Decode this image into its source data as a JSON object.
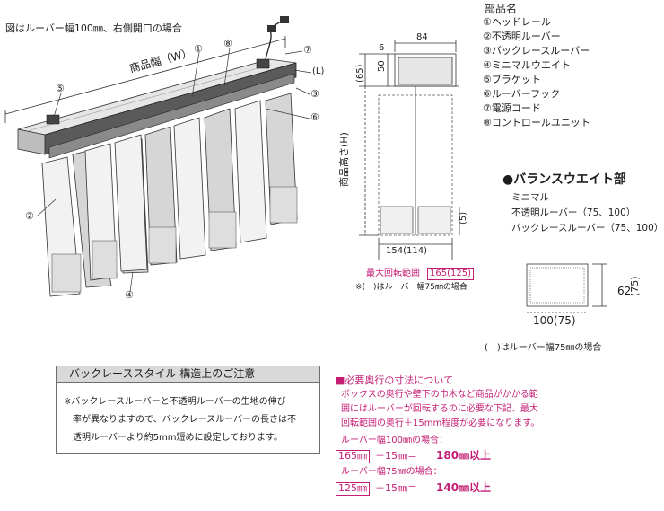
{
  "main_caption": "図はルーバー幅100㎜、右側開口の場合",
  "parts": {
    "title": "部品名",
    "items": [
      "①ヘッドレール",
      "②不透明ルーバー",
      "③バックレースルーバー",
      "④ミニマルウエイト",
      "⑤ブラケット",
      "⑥ルーバーフック",
      "⑦電源コード",
      "⑧コントロールユニット"
    ]
  },
  "callouts": [
    "①",
    "⑧",
    "⑦",
    "(L)",
    "⑤",
    "③",
    "⑥",
    "②",
    "④"
  ],
  "width_label": "商品幅（W）",
  "side_view": {
    "top_width": "84",
    "dim_6": "6",
    "dim_50": "50",
    "dim_65": "(65)",
    "height_label": "商品高さ(H)",
    "dim_5": "(5)",
    "bottom_width": "154(114)",
    "max_rot_label": "最大回転範囲",
    "max_rot_value": "165(125)",
    "footnote": "※(　)はルーバー幅75㎜の場合"
  },
  "balance_weight": {
    "title": "●バランスウエイト部",
    "items": [
      "ミニマル",
      "不透明ルーバー（75、100）",
      "バックレースルーバー（75、100）"
    ],
    "height_dim": "62",
    "height_dim_alt": "(75)",
    "width_dim": "100(75)",
    "note": "(　)はルーバー幅75㎜の場合"
  },
  "caution": {
    "title": "バックレーススタイル 構造上のご注意",
    "lines": [
      "※バックレースルーバーと不透明ルーバーの生地の伸び",
      "率が異なりますので、バックレースルーバーの長さは不",
      "透明ルーバーより約5mm短めに設定しております。"
    ]
  },
  "depth_note": {
    "title": "■必要奥行の寸法について",
    "lines": [
      "ボックスの奥行や壁下の巾木など商品がかかる範",
      "囲にはルーバーが回転するのに必要な下記、最大",
      "回転範囲の奥行＋15mm程度が必要になります。"
    ],
    "case100_label": "ルーバー幅100㎜の場合：",
    "case100_box": "165㎜",
    "case100_plus": "＋15㎜＝",
    "case100_result": "180㎜以上",
    "case75_label": "ルーバー幅75㎜の場合：",
    "case75_box": "125㎜",
    "case75_plus": "＋15㎜＝",
    "case75_result": "140㎜以上"
  }
}
